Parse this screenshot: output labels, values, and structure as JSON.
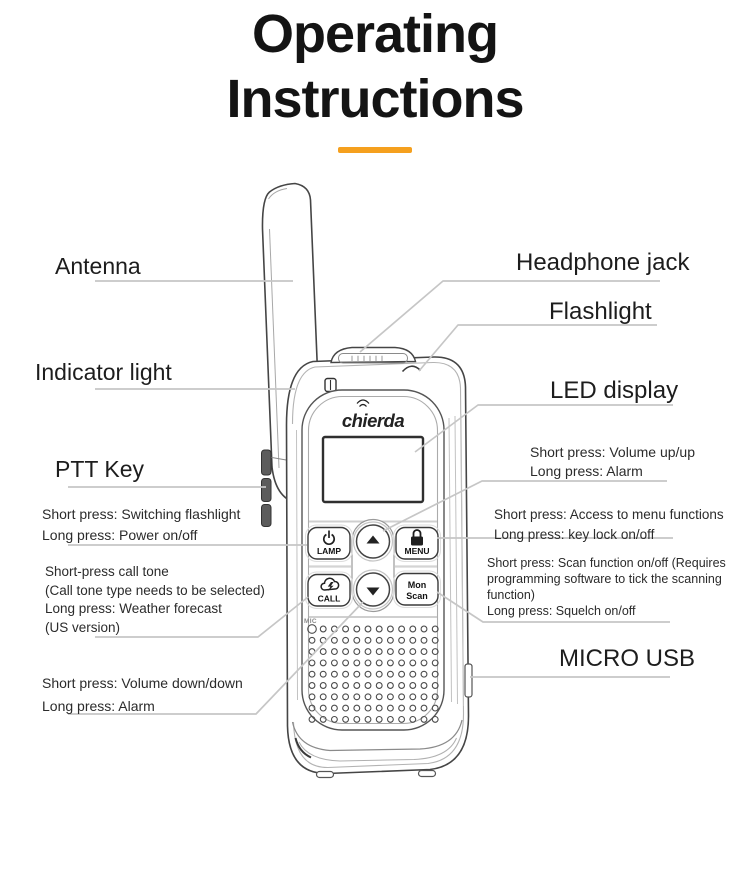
{
  "colors": {
    "accent": "#F5A01E"
  },
  "title": {
    "line1": "Operating",
    "line2": "Instructions"
  },
  "device": {
    "brand": "chierda",
    "mic_label": "MIC",
    "buttons": {
      "lamp": "LAMP",
      "menu": "MENU",
      "call": "CALL",
      "mon": "Mon",
      "scan": "Scan"
    }
  },
  "labels": {
    "antenna": "Antenna",
    "indicator": "Indicator light",
    "ptt": "PTT Key",
    "headphone": "Headphone jack",
    "flashlight": "Flashlight",
    "led": "LED display",
    "micro_usb": "MICRO USB",
    "lamp_desc": {
      "lines": [
        "Short press: Switching flashlight",
        "Long press: Power on/off"
      ]
    },
    "call_desc": {
      "lines": [
        "Short-press call tone",
        "(Call tone type needs to be selected)",
        "Long press: Weather forecast",
        "(US version)"
      ]
    },
    "voldown_desc": {
      "lines": [
        "Short press: Volume down/down",
        "Long press: Alarm"
      ]
    },
    "volup_desc": {
      "lines": [
        "Short press: Volume up/up",
        "Long press: Alarm"
      ]
    },
    "menu_desc": {
      "lines": [
        "Short press: Access to menu functions",
        "Long press: key lock on/off"
      ]
    },
    "scan_desc": {
      "lines": [
        "Short press: Scan function on/off (Requires",
        "programming software to tick the scanning",
        "function)",
        "Long press: Squelch on/off"
      ]
    }
  }
}
